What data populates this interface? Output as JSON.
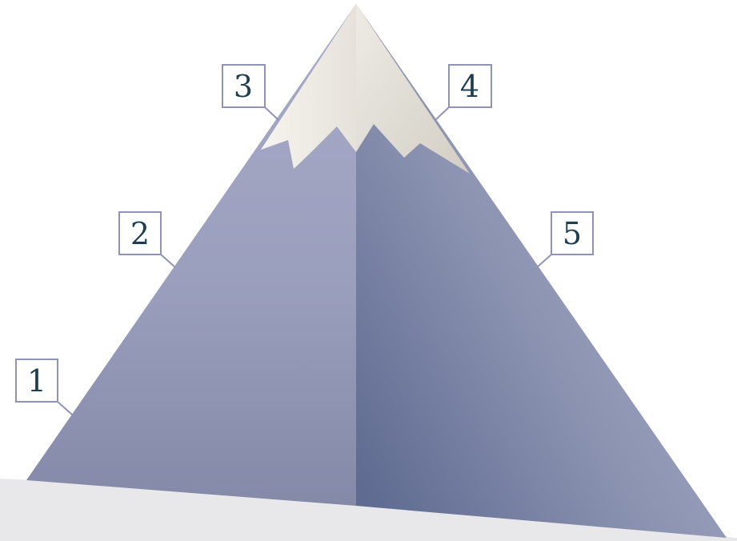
{
  "diagram": {
    "type": "mountain-callout-diagram",
    "colors": {
      "mountain_left_top": "#a8aac6",
      "mountain_left_bottom": "#8489a8",
      "mountain_right_top": "#a7acc6",
      "mountain_right_bottom": "#626e94",
      "snow_left": "#f3f1ec",
      "snow_right": "#d9d5cc",
      "ground": "#e8e8ea",
      "box_border": "#8f93b8",
      "label_text": "#1e3f52"
    },
    "callouts": [
      {
        "id": "1",
        "label": "1"
      },
      {
        "id": "2",
        "label": "2"
      },
      {
        "id": "3",
        "label": "3"
      },
      {
        "id": "4",
        "label": "4"
      },
      {
        "id": "5",
        "label": "5"
      }
    ]
  }
}
